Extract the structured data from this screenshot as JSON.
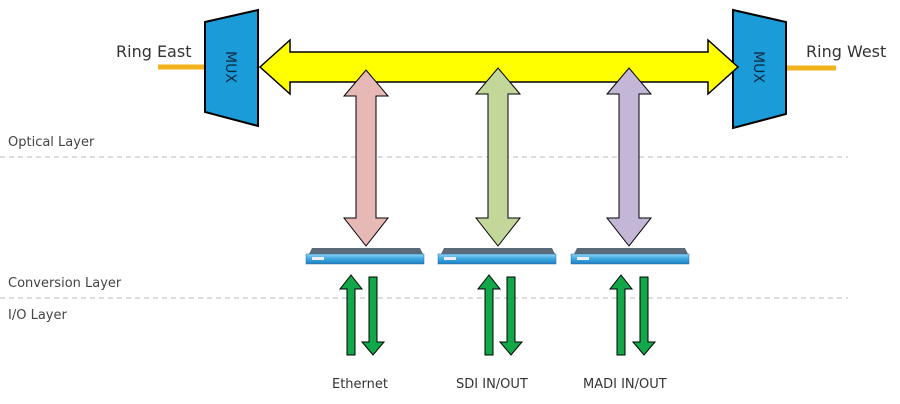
{
  "ring": {
    "east_label": "Ring East",
    "west_label": "Ring West"
  },
  "mux": {
    "left_label": "MUX",
    "right_label": "MUX"
  },
  "layers": {
    "optical": "Optical Layer",
    "conversion": "Conversion Layer",
    "io": "I/O Layer"
  },
  "io_labels": {
    "ethernet": "Ethernet",
    "sdi": "SDI IN/OUT",
    "madi": "MADI IN/OUT"
  },
  "colors": {
    "ring_line": "#F2B21B",
    "mux_fill": "#1B9BD7",
    "bus_arrow": "#FFFF00",
    "eth_arrow": "#E6B9B7",
    "sdi_arrow": "#C4D79B",
    "madi_arrow": "#C3B6D6",
    "io_arrow": "#12A84A",
    "device": "#4FB3E5",
    "divider": "#BBBBBB"
  },
  "icons": [
    "mux-icon",
    "double-arrow-icon",
    "converter-device-icon",
    "up-arrow-icon",
    "down-arrow-icon"
  ]
}
